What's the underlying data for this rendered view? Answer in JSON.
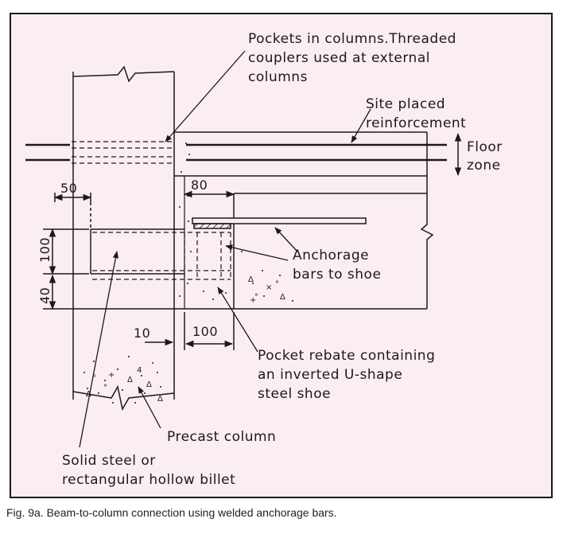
{
  "labels": {
    "pockets_l1": "Pockets in columns.Threaded",
    "pockets_l2": "couplers used at external",
    "pockets_l3": "columns",
    "site_l1": "Site placed",
    "site_l2": "reinforcement",
    "floor_l1": "Floor",
    "floor_l2": "zone",
    "anchorage_l1": "Anchorage",
    "anchorage_l2": "bars to shoe",
    "pocket_l1": "Pocket rebate containing",
    "pocket_l2": "an inverted U-shape",
    "pocket_l3": "steel shoe",
    "precast": "Precast column",
    "billet_l1": "Solid steel or",
    "billet_l2": "rectangular hollow billet"
  },
  "dimensions": {
    "d50": "50",
    "d80": "80",
    "d100_vertical": "100",
    "d40": "40",
    "d10": "10",
    "d100_horizontal": "100"
  },
  "caption": "Fig. 9a. Beam-to-column connection using welded anchorage bars.",
  "colors": {
    "panel_fill": "#fbeef2",
    "line": "#1a1a1a"
  }
}
